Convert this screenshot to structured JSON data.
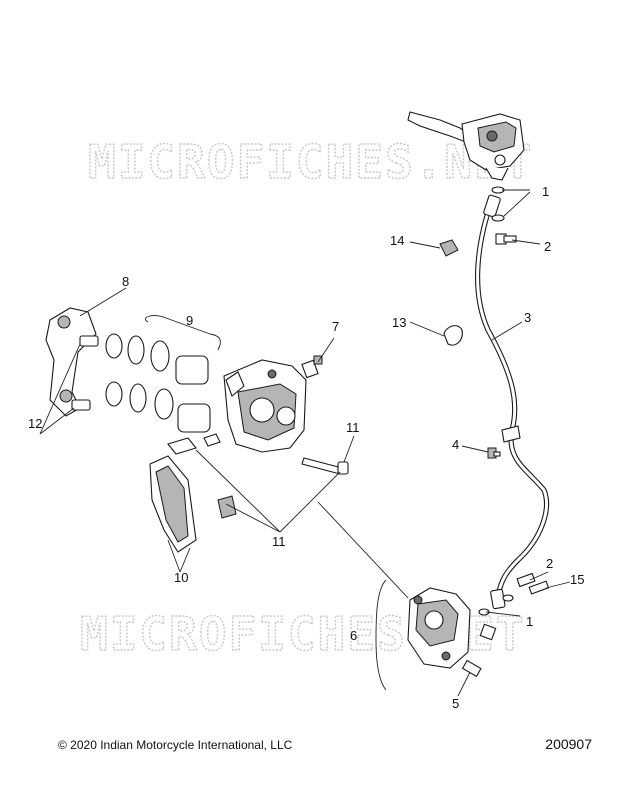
{
  "watermark": "MICROFICHES.NET",
  "callouts": {
    "c1a": "1",
    "c1b": "1",
    "c2a": "2",
    "c2b": "2",
    "c3": "3",
    "c4": "4",
    "c5": "5",
    "c6": "6",
    "c7": "7",
    "c8": "8",
    "c9": "9",
    "c10": "10",
    "c11a": "11",
    "c11b": "11",
    "c12": "12",
    "c13": "13",
    "c14": "14",
    "c15": "15"
  },
  "footer": {
    "copyright": "© 2020 Indian Motorcycle International, LLC",
    "diagram_number": "200907"
  }
}
